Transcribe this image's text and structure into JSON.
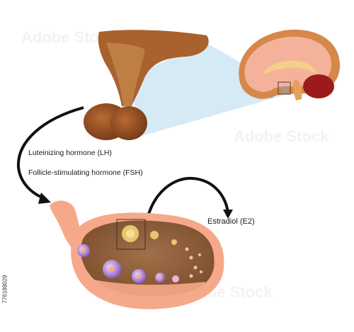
{
  "labels": {
    "lh": "Luteinizing hormone (LH)",
    "fsh": "Follicle-stimulating hormone (FSH)",
    "e2": "Estradiol (E2)"
  },
  "stock_id": "776188029",
  "watermark": "Adobe Stock",
  "colors": {
    "pituitary": "#8a4a1e",
    "pituitary_stalk": "#a9612e",
    "zoom_cone": "#cfe6f5",
    "brain_gyri": "#c97b3a",
    "brain_inner": "#f5b29a",
    "cerebellum": "#9b1b1b",
    "ovary_outer": "#f6a98a",
    "ovary_inner": "#93603c",
    "follicle_purple": "#8b5fc9",
    "arrow": "#111111"
  }
}
